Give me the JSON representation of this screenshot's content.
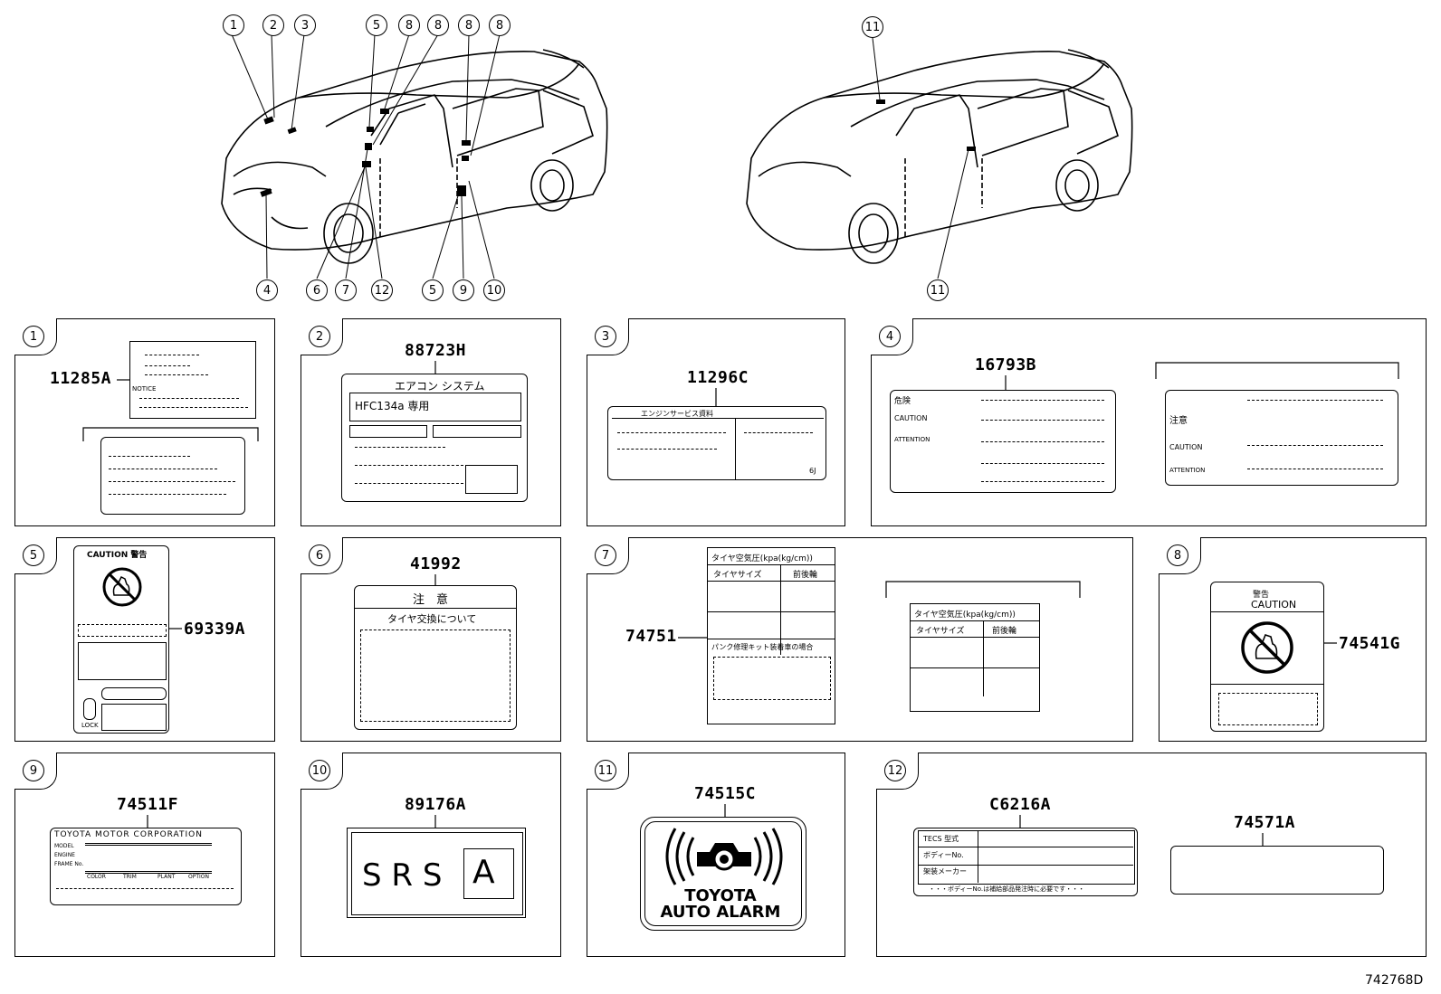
{
  "diagram_code": "742768D",
  "callouts_left": {
    "top": [
      "1",
      "2",
      "3",
      "5",
      "8",
      "8",
      "8",
      "8"
    ],
    "bottom": [
      "4",
      "6",
      "7",
      "12",
      "5",
      "9",
      "10"
    ]
  },
  "callouts_right": {
    "top": "11",
    "bottom": "11"
  },
  "panels": [
    {
      "num": "1",
      "part": "11285A",
      "notice": "NOTICE"
    },
    {
      "num": "2",
      "part": "88723H",
      "title": "エアコン システム",
      "refrigerant": "HFC134a 専用"
    },
    {
      "num": "3",
      "part": "11296C",
      "header": "エンジンサービス資料",
      "code": "6J"
    },
    {
      "num": "4",
      "part": "16793B",
      "rows": [
        "危険",
        "CAUTION",
        "ATTENTION"
      ],
      "alt_rows": [
        "注意",
        "CAUTION",
        "ATTENTION"
      ]
    },
    {
      "num": "5",
      "part": "69339A",
      "caution": "CAUTION 警告",
      "lock": "LOCK"
    },
    {
      "num": "6",
      "part": "41992",
      "title": "注　意",
      "subtitle": "タイヤ交換について"
    },
    {
      "num": "7",
      "part": "74751",
      "title": "タイヤ空気圧(kpa(kg/cm))",
      "col1": "タイヤサイズ",
      "col2": "前後輪",
      "repair": "パンク修理キット装着車の場合"
    },
    {
      "num": "8",
      "part": "74541G",
      "warning": "警告",
      "caution": "CAUTION"
    },
    {
      "num": "9",
      "part": "74511F",
      "maker": "TOYOTA MOTOR CORPORATION",
      "fields": [
        "MODEL",
        "ENGINE",
        "FRAME No."
      ],
      "bottom_fields": [
        "COLOR",
        "TRIM",
        "PLANT",
        "OPTION"
      ]
    },
    {
      "num": "10",
      "part": "89176A",
      "srs": "S R S",
      "srs_letter": "A"
    },
    {
      "num": "11",
      "part": "74515C",
      "line1": "TOYOTA",
      "line2": "AUTO ALARM"
    },
    {
      "num": "12",
      "part": "C6216A",
      "part2": "74571A",
      "rows": [
        "TECS 型式",
        "ボディーNo.",
        "架装メーカー"
      ],
      "note": "・・・ボディーNo.は補給部品発注時に必要です・・・"
    }
  ]
}
